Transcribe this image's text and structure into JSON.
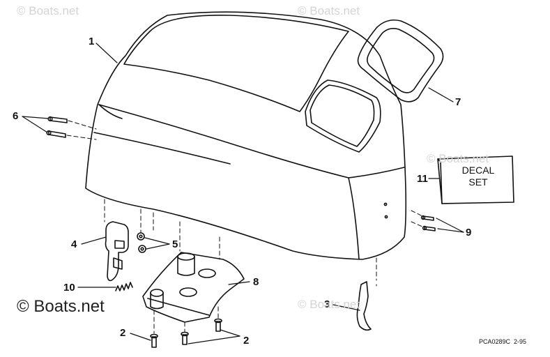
{
  "watermarks": {
    "top_left": "© Boats.net",
    "top_center": "© Boats.net",
    "mid_right": "© Boats.net",
    "bottom_left": "© Boats.net",
    "bottom_center": "© Boats.net"
  },
  "callouts": {
    "c1": "1",
    "c2a": "2",
    "c2b": "2",
    "c3": "3",
    "c4": "4",
    "c5": "5",
    "c6": "6",
    "c7": "7",
    "c8": "8",
    "c9": "9",
    "c10": "10",
    "c11": "11"
  },
  "decal": {
    "line1": "DECAL",
    "line2": "SET"
  },
  "drawing_code": {
    "id": "PCA0289C",
    "date": "2-95"
  },
  "colors": {
    "line": "#111111",
    "background": "#ffffff",
    "watermark": "#d4d4d4"
  }
}
